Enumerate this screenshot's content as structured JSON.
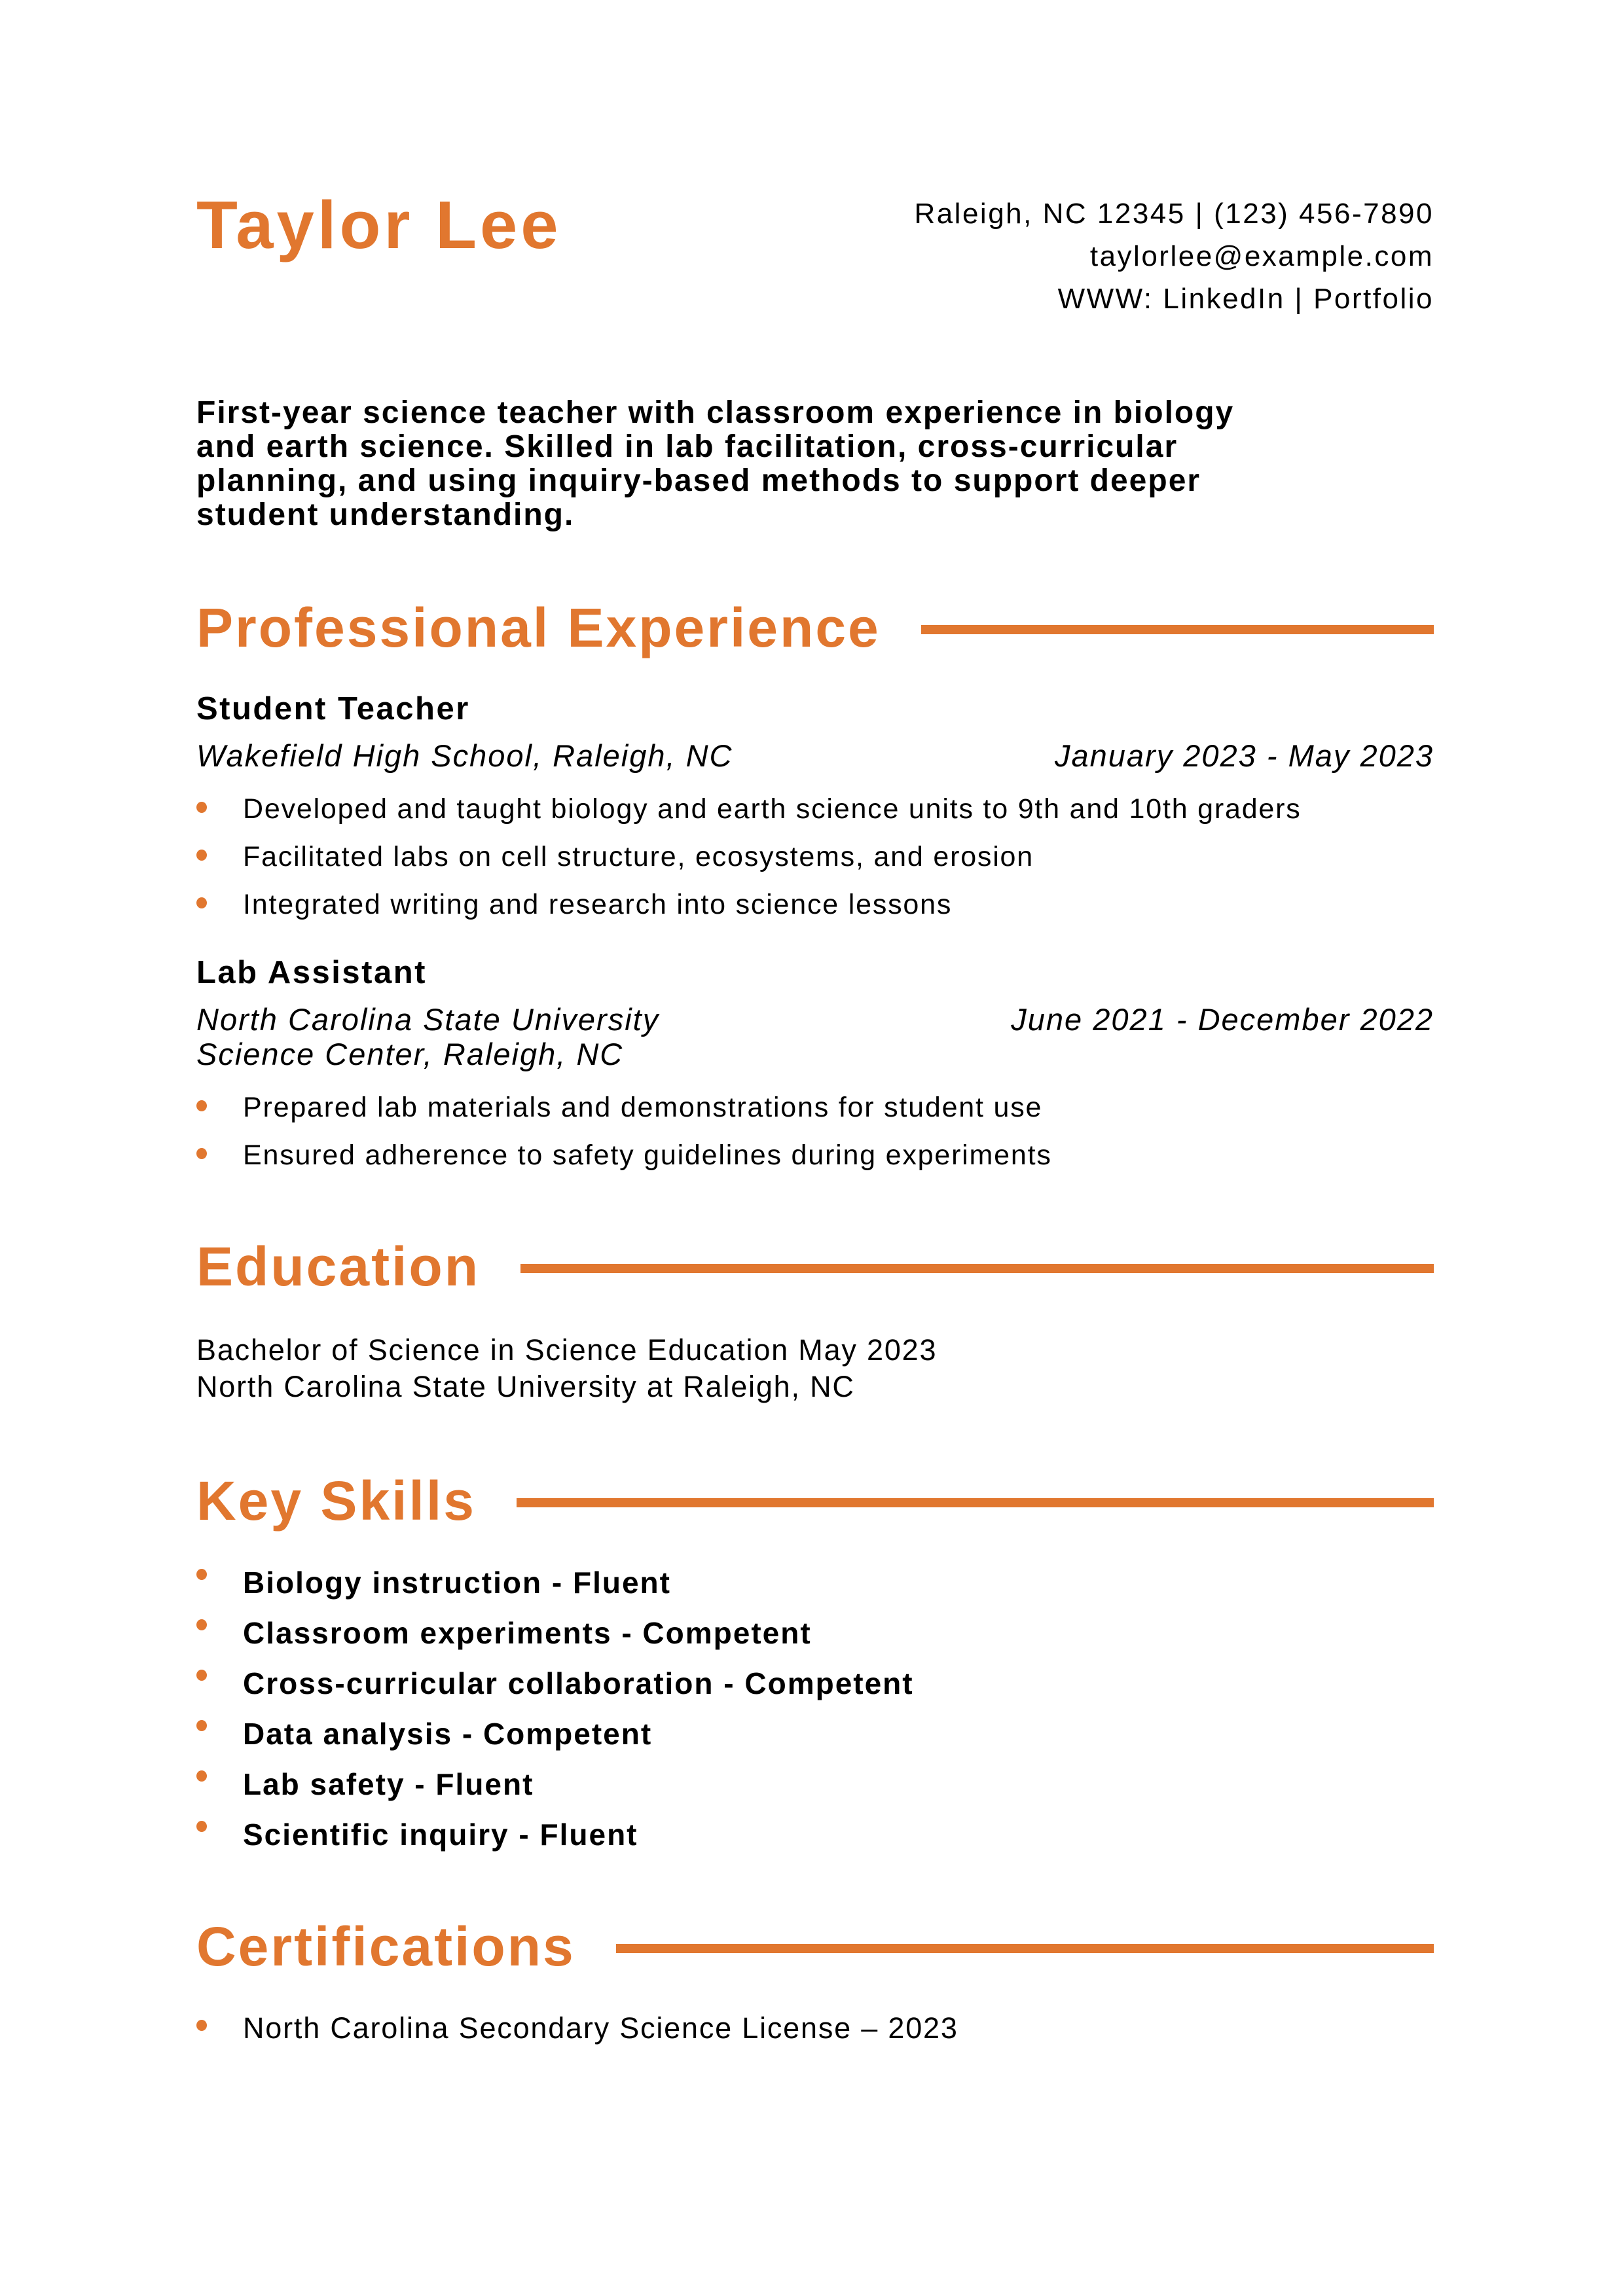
{
  "theme": {
    "accent_color": "#E1772F",
    "text_color": "#000000"
  },
  "header": {
    "name": "Taylor Lee",
    "contact": {
      "line1": "Raleigh, NC 12345 | (123) 456-7890",
      "line2": "taylorlee@example.com",
      "line3": "WWW: LinkedIn | Portfolio"
    }
  },
  "summary": {
    "lines": [
      "First-year science teacher with classroom experience in biology",
      "and earth science. Skilled in lab facilitation, cross-curricular",
      "planning, and using inquiry-based methods to support deeper",
      "student understanding."
    ]
  },
  "experience": {
    "heading": "Professional Experience",
    "jobs": [
      {
        "title": "Student Teacher",
        "company": "Wakefield High School, Raleigh, NC",
        "dates": "January 2023 - May 2023",
        "bullets": [
          "Developed and taught biology and earth science units to 9th and 10th graders",
          "Facilitated labs on cell structure, ecosystems, and erosion",
          "Integrated writing and research into science lessons"
        ]
      },
      {
        "title": "Lab Assistant",
        "company_lines": [
          "North Carolina State University",
          "Science Center, Raleigh, NC"
        ],
        "dates": "June 2021 - December 2022",
        "bullets": [
          "Prepared lab materials and demonstrations for student use",
          "Ensured adherence to safety guidelines during experiments"
        ]
      }
    ]
  },
  "education": {
    "heading": "Education",
    "lines": [
      "Bachelor of Science in Science Education May 2023",
      "North Carolina State University at Raleigh, NC"
    ]
  },
  "key_skills": {
    "heading": "Key Skills",
    "items": [
      "Biology instruction - Fluent",
      "Classroom experiments - Competent",
      "Cross-curricular collaboration - Competent",
      "Data analysis - Competent",
      "Lab safety - Fluent",
      "Scientific inquiry - Fluent"
    ]
  },
  "certifications": {
    "heading": "Certifications",
    "items": [
      "North Carolina Secondary Science License – 2023"
    ]
  }
}
